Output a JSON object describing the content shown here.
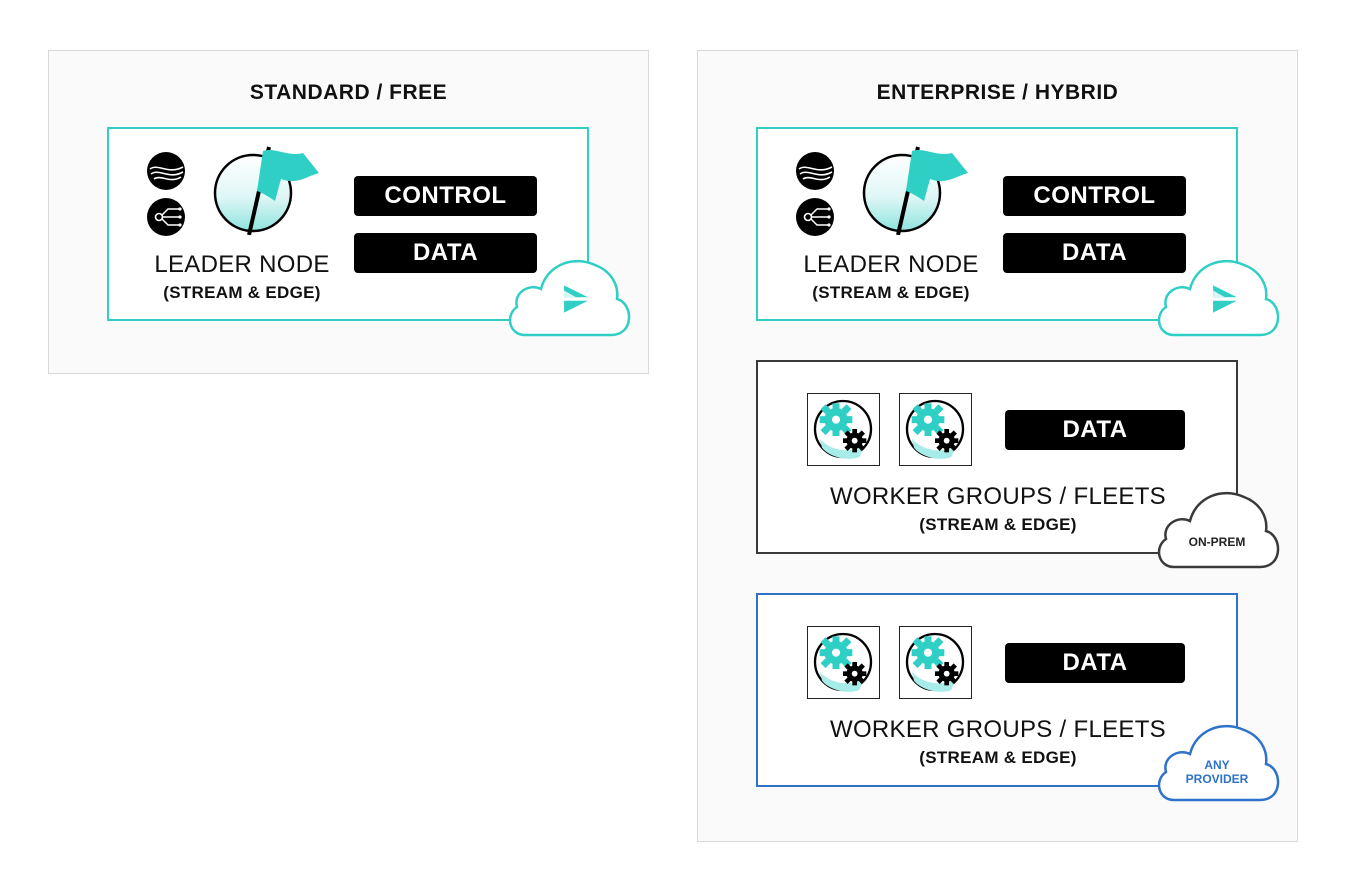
{
  "standard": {
    "title": "STANDARD / FREE",
    "leader": {
      "control_label": "CONTROL",
      "data_label": "DATA",
      "title": "LEADER NODE",
      "subtitle": "(STREAM & EDGE)"
    }
  },
  "enterprise": {
    "title": "ENTERPRISE / HYBRID",
    "leader": {
      "control_label": "CONTROL",
      "data_label": "DATA",
      "title": "LEADER NODE",
      "subtitle": "(STREAM & EDGE)"
    },
    "workers_onprem": {
      "data_label": "DATA",
      "title": "WORKER GROUPS / FLEETS",
      "subtitle": "(STREAM & EDGE)",
      "cloud_label": "ON-PREM"
    },
    "workers_any": {
      "data_label": "DATA",
      "title": "WORKER GROUPS / FLEETS",
      "subtitle": "(STREAM & EDGE)",
      "cloud_label_1": "ANY",
      "cloud_label_2": "PROVIDER"
    }
  },
  "colors": {
    "teal": "#2fcfc6",
    "dark": "#3a3a3a",
    "blue": "#2f72c9",
    "black": "#000000"
  },
  "icons": [
    "stream-icon",
    "edge-icon",
    "leader-flag-icon",
    "cribl-cloud-icon",
    "worker-gears-icon"
  ]
}
